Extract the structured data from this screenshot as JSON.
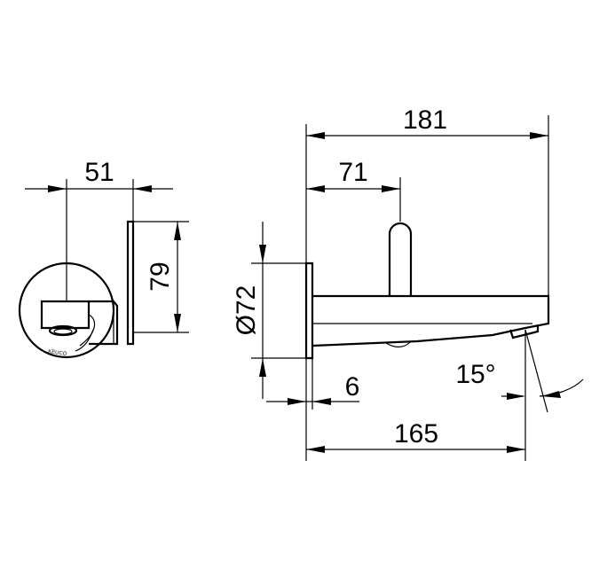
{
  "dimensions": {
    "side_width": "51",
    "side_height": "79",
    "overall_length": "181",
    "lever_offset": "71",
    "rosette_diameter": "Ø72",
    "rosette_depth": "6",
    "projection": "165",
    "angle": "15°"
  },
  "brand_mark": "KEUCO"
}
